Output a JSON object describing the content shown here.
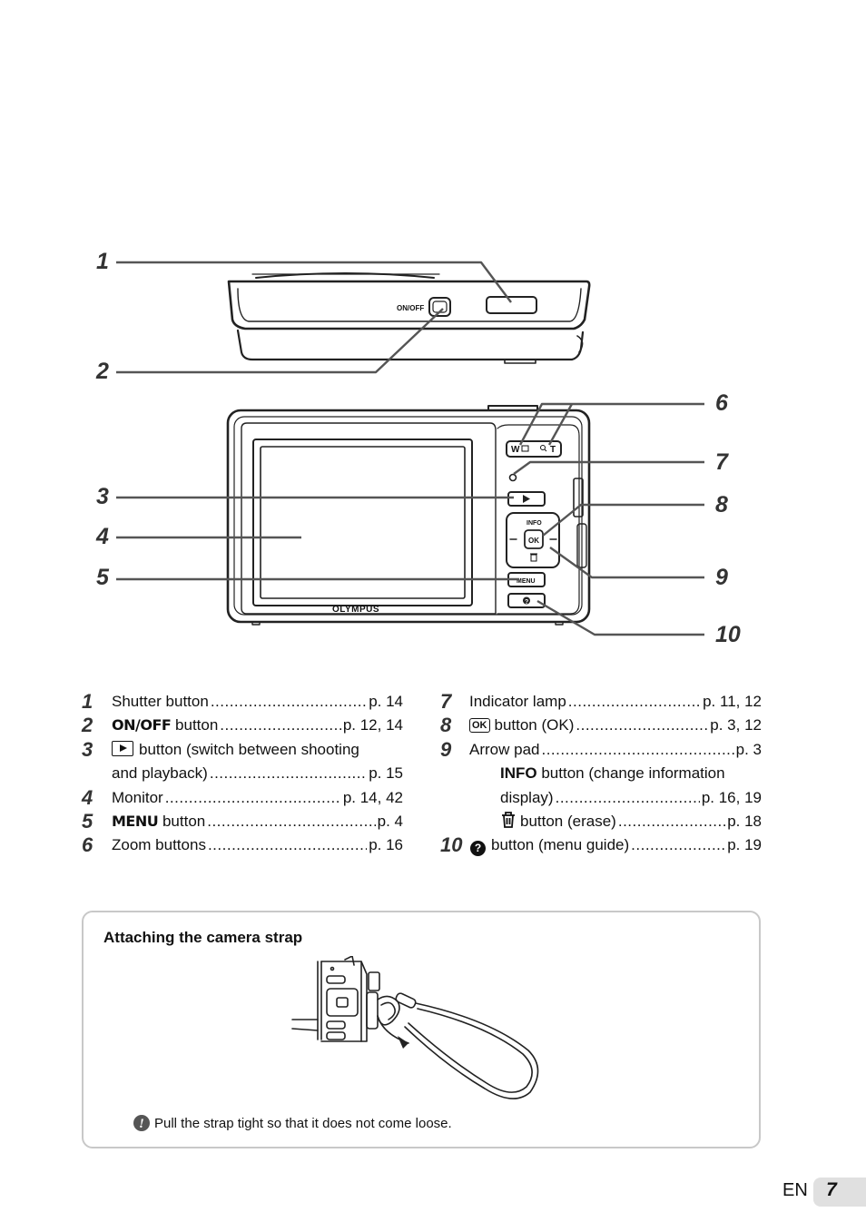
{
  "diagram": {
    "callouts": [
      "1",
      "2",
      "3",
      "4",
      "5",
      "6",
      "7",
      "8",
      "9",
      "10"
    ],
    "camera_brand": "OLYMPUS",
    "on_off_label": "ON/OFF",
    "zoom_wide_label": "W",
    "zoom_tele_label": "T",
    "info_label": "INFO",
    "ok_label": "OK",
    "menu_label": "MENU",
    "help_glyph": "?"
  },
  "parts_left": [
    {
      "num": "1",
      "label": "Shutter button",
      "page": "p. 14"
    },
    {
      "num": "2",
      "label_prefix": "ON/OFF",
      "label": "button",
      "page": "p. 12, 14"
    },
    {
      "num": "3",
      "label": "button (switch between shooting",
      "label_cont": "and playback)",
      "page": "p. 15"
    },
    {
      "num": "4",
      "label": "Monitor",
      "page": "p. 14, 42"
    },
    {
      "num": "5",
      "label_prefix": "MENU",
      "label": "button",
      "page": "p. 4"
    },
    {
      "num": "6",
      "label": "Zoom buttons",
      "page": "p. 16"
    }
  ],
  "parts_right": [
    {
      "num": "7",
      "label": "Indicator lamp",
      "page": "p. 11, 12"
    },
    {
      "num": "8",
      "icon": "OK",
      "label": "button (OK)",
      "page": "p. 3, 12"
    },
    {
      "num": "9",
      "label": "Arrow pad",
      "page": "p. 3"
    },
    {
      "sub_bold": "INFO",
      "label": "button (change information",
      "label_cont": "display)",
      "page": "p. 16, 19"
    },
    {
      "sub_icon": "trash-icon",
      "label": "button (erase)",
      "page": "p. 18"
    },
    {
      "num": "10",
      "label": "button (menu guide)",
      "page": "p. 19"
    }
  ],
  "strap": {
    "title": "Attaching the camera strap",
    "note": "Pull the strap tight so that it does not come loose."
  },
  "footer": {
    "lang": "EN",
    "page": "7"
  }
}
